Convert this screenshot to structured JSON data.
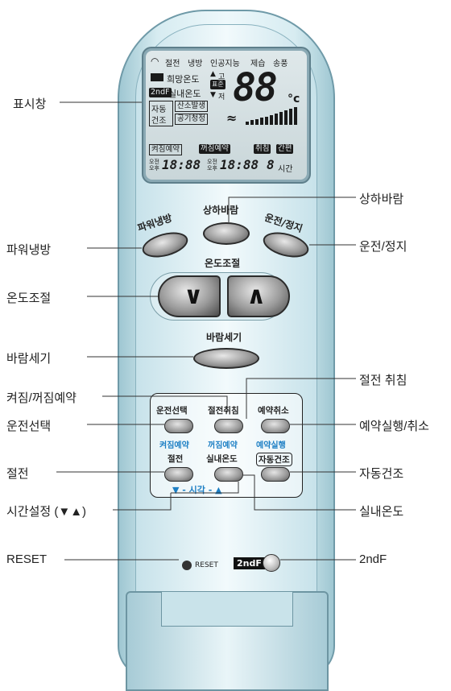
{
  "display": {
    "mode_labels": [
      "절전",
      "냉방",
      "인공지능",
      "제습",
      "송풍"
    ],
    "desired_temp": "희망온도",
    "room_temp": "실내온도",
    "second_f": "2ndF",
    "standard": "표준",
    "high": "고",
    "low": "저",
    "auto": "자동",
    "dry": "건조",
    "oxygen": "산소발생",
    "air_clean": "공기청정",
    "temp_value": "88",
    "temp_unit": "°c",
    "on_timer": "켜짐예약",
    "off_timer": "꺼짐예약",
    "sleep": "취침",
    "simple": "간편",
    "ampm": "오전\n오후",
    "time1": "18:88",
    "time2": "18:88",
    "hours_value": "8",
    "hours_unit": "시간"
  },
  "buttons": {
    "power_cool": "파워냉방",
    "updown_wind": "상하바람",
    "run_stop": "운전/정지",
    "temp_control": "온도조절",
    "wind_strength": "바람세기",
    "mode_select": "운전선택",
    "energy_sleep": "절전취침",
    "reserve_cancel": "예약취소",
    "on_reserve": "켜짐예약",
    "off_reserve": "꺼짐예약",
    "reserve_run": "예약실행",
    "energy_save": "절전",
    "room_temp": "실내온도",
    "auto_dry": "자동건조",
    "time_set": "▼ - 시각 - ▲",
    "reset": "RESET",
    "second_f": "2ndF"
  },
  "callouts": {
    "display": "표시창",
    "power_cool": "파워냉방",
    "temp_control": "온도조절",
    "wind_strength": "바람세기",
    "on_off_reserve": "켜짐/꺼짐예약",
    "mode_select": "운전선택",
    "energy_save": "절전",
    "time_set": "시간설정 (▼▲)",
    "reset": "RESET",
    "updown_wind": "상하바람",
    "run_stop": "운전/정지",
    "energy_sleep": "절전 취침",
    "reserve_run_cancel": "예약실행/취소",
    "auto_dry": "자동건조",
    "room_temp": "실내온도",
    "second_f": "2ndF"
  }
}
